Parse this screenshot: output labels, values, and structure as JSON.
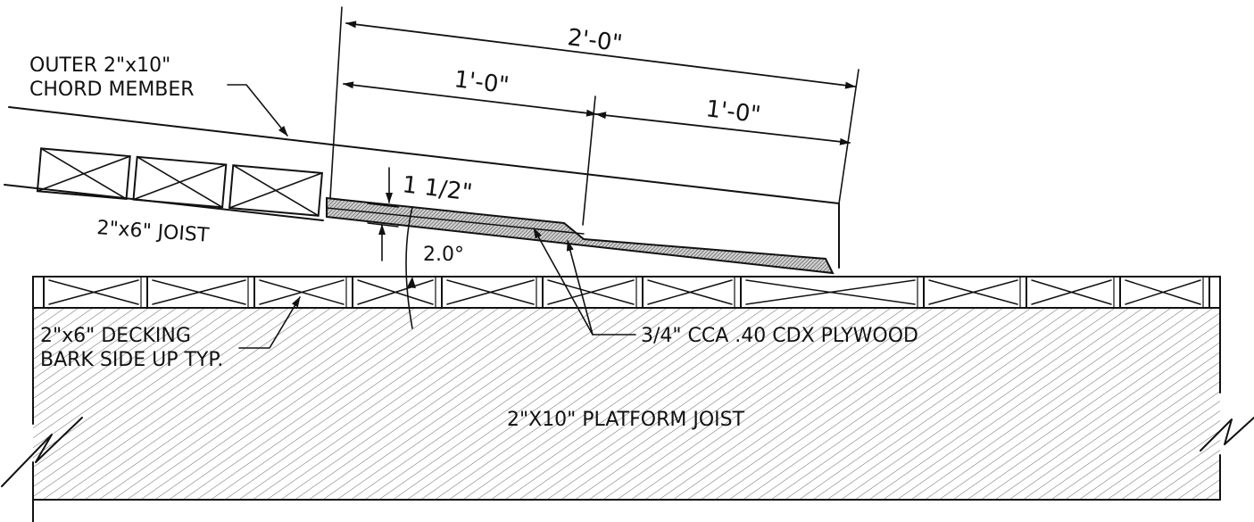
{
  "labels": {
    "chord_line1": "OUTER 2\"x10\"",
    "chord_line2": "CHORD MEMBER",
    "joist_2x6": "2\"x6\" JOIST",
    "decking_line1": "2\"x6\" DECKING",
    "decking_line2": "BARK SIDE UP TYP.",
    "platform_joist": "2\"X10\" PLATFORM JOIST",
    "plywood": "3/4\" CCA .40 CDX PLYWOOD",
    "thickness": "1 1/2\"",
    "angle": "2.0°"
  },
  "dimensions": {
    "overall": "2'-0\"",
    "left_half": "1'-0\"",
    "right_half": "1'-0\""
  }
}
